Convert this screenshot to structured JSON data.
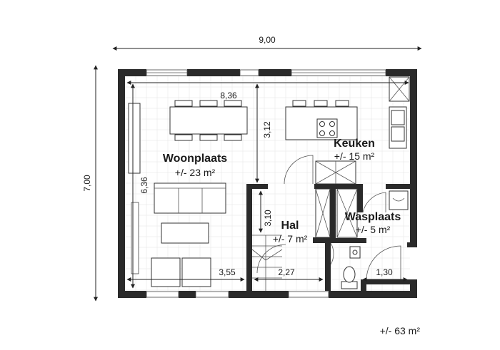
{
  "rooms": {
    "woonplaats": {
      "name": "Woonplaats",
      "area": "+/- 23 m²"
    },
    "keuken": {
      "name": "Keuken",
      "area": "+/- 15 m²"
    },
    "hal": {
      "name": "Hal",
      "area": "+/- 7 m²"
    },
    "wasplaats": {
      "name": "Wasplaats",
      "area": "+/- 5 m²"
    }
  },
  "dimensions": {
    "overall_width": "9,00",
    "overall_height": "7,00",
    "living_width": "8,36",
    "living_depth": "6,36",
    "kitchen_depth": "3,12",
    "hall_depth": "3,10",
    "living_lower_width": "3,55",
    "hall_width": "2,27",
    "toilet_width": "1,30"
  },
  "total_area": "+/- 63 m²"
}
